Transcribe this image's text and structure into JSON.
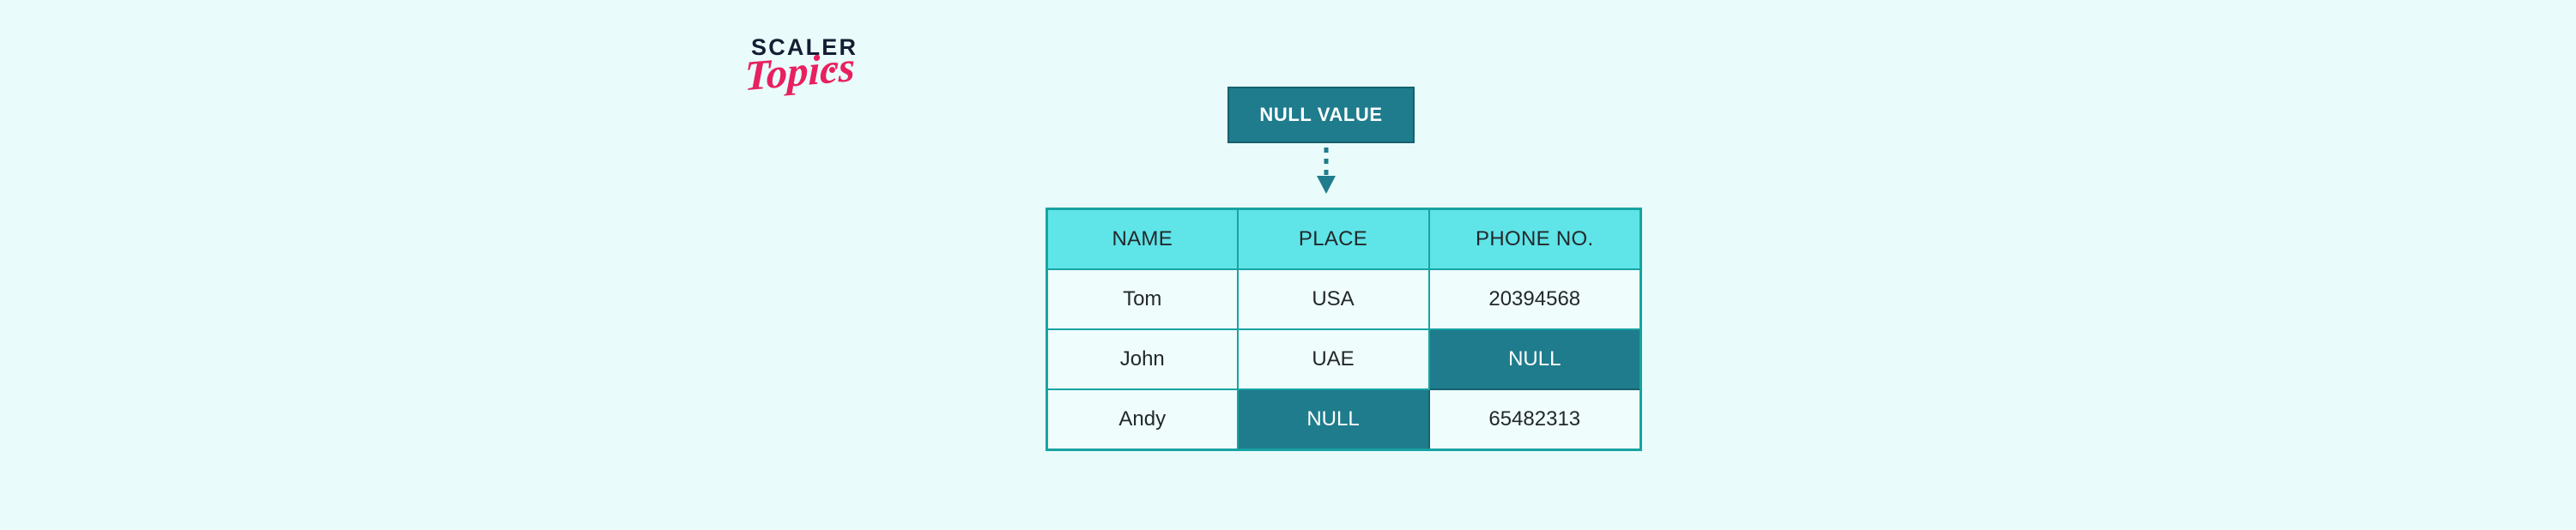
{
  "background_color": "#e9fcfb",
  "brand": {
    "name_primary": "SCALER",
    "name_secondary": "Topics",
    "primary_color": "#151d33",
    "secondary_color": "#e8205f"
  },
  "callout": {
    "label": "NULL VALUE",
    "fill_color": "#1f7c8c",
    "text_color": "#ffffff",
    "border_color": "#17616e",
    "connector": "dashed-down-arrow"
  },
  "table": {
    "header_fill": "#5fe4e8",
    "row_fill": "#effdfc",
    "border_color": "#17a3a3",
    "null_fill": "#1f7c8c",
    "null_text_color": "#ffffff",
    "columns": [
      "NAME",
      "PLACE",
      "PHONE NO."
    ],
    "rows": [
      {
        "cells": [
          {
            "text": "Tom",
            "is_null": false
          },
          {
            "text": "USA",
            "is_null": false
          },
          {
            "text": "20394568",
            "is_null": false
          }
        ]
      },
      {
        "cells": [
          {
            "text": "John",
            "is_null": false
          },
          {
            "text": "UAE",
            "is_null": false
          },
          {
            "text": "NULL",
            "is_null": true
          }
        ]
      },
      {
        "cells": [
          {
            "text": "Andy",
            "is_null": false
          },
          {
            "text": "NULL",
            "is_null": true
          },
          {
            "text": "65482313",
            "is_null": false
          }
        ]
      }
    ]
  }
}
